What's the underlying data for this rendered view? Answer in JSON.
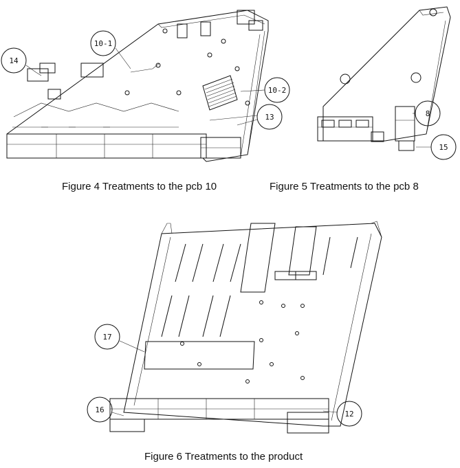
{
  "figures": [
    {
      "caption": "Figure 4 Treatments to the pcb 10",
      "callouts": [
        "14",
        "10-1",
        "10-2",
        "13"
      ]
    },
    {
      "caption": "Figure 5 Treatments to the pcb 8",
      "callouts": [
        "8",
        "15"
      ]
    },
    {
      "caption": "Figure 6 Treatments to the product",
      "callouts": [
        "17",
        "16",
        "12"
      ]
    }
  ]
}
